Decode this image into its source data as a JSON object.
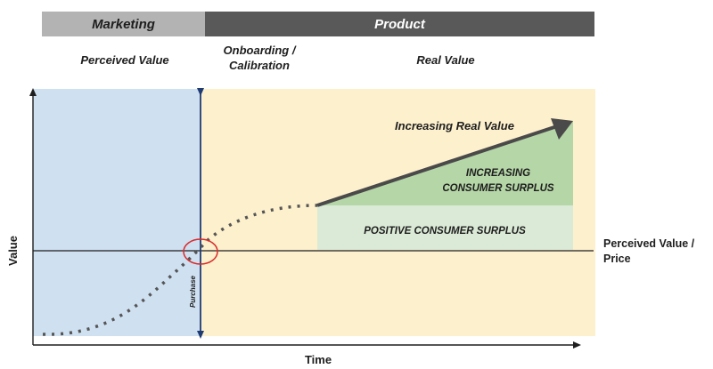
{
  "header": {
    "marketing": "Marketing",
    "product": "Product"
  },
  "phases": {
    "perceived_value": "Perceived Value",
    "onboarding_line1": "Onboarding /",
    "onboarding_line2": "Calibration",
    "real_value": "Real Value"
  },
  "axes": {
    "x_label": "Time",
    "y_label": "Value"
  },
  "labels": {
    "increasing_real_value": "Increasing Real Value",
    "increasing_surplus_line1": "INCREASING",
    "increasing_surplus_line2": "CONSUMER SURPLUS",
    "positive_surplus": "POSITIVE CONSUMER SURPLUS",
    "perceived_price_line1": "Perceived Value /",
    "perceived_price_line2": "Price",
    "purchase": "Purchase"
  },
  "colors": {
    "marketing_region": "#cfe0f1",
    "product_region": "#fdf0cd",
    "increasing_surplus": "#b5d6a7",
    "positive_surplus": "#dbead6",
    "purchase_line": "#1f3b73",
    "highlight_circle": "#d92b2b",
    "arrow": "#4a4a4a"
  }
}
